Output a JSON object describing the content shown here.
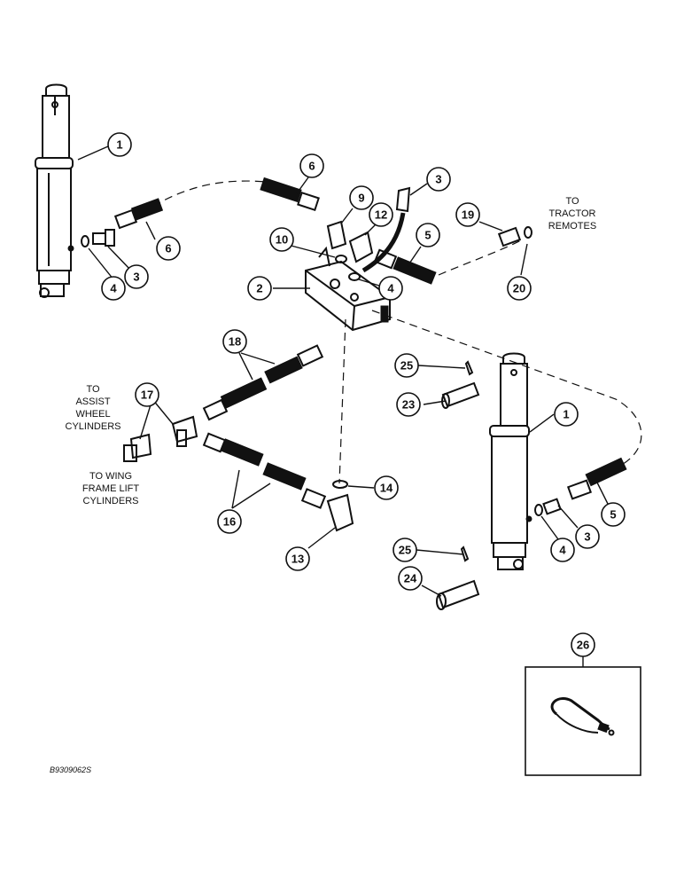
{
  "callouts": [
    "1",
    "6",
    "3",
    "9",
    "12",
    "19",
    "10",
    "6",
    "4",
    "3",
    "5",
    "20",
    "2",
    "4",
    "18",
    "25",
    "1",
    "17",
    "23",
    "16",
    "14",
    "5",
    "3",
    "4",
    "13",
    "25",
    "24",
    "26"
  ],
  "notes": {
    "tractor": [
      "TO",
      "TRACTOR",
      "REMOTES"
    ],
    "assist": [
      "TO",
      "ASSIST",
      "WHEEL",
      "CYLINDERS"
    ],
    "wing": [
      "TO WING",
      "FRAME LIFT",
      "CYLINDERS"
    ]
  },
  "reference": "B9309062S"
}
